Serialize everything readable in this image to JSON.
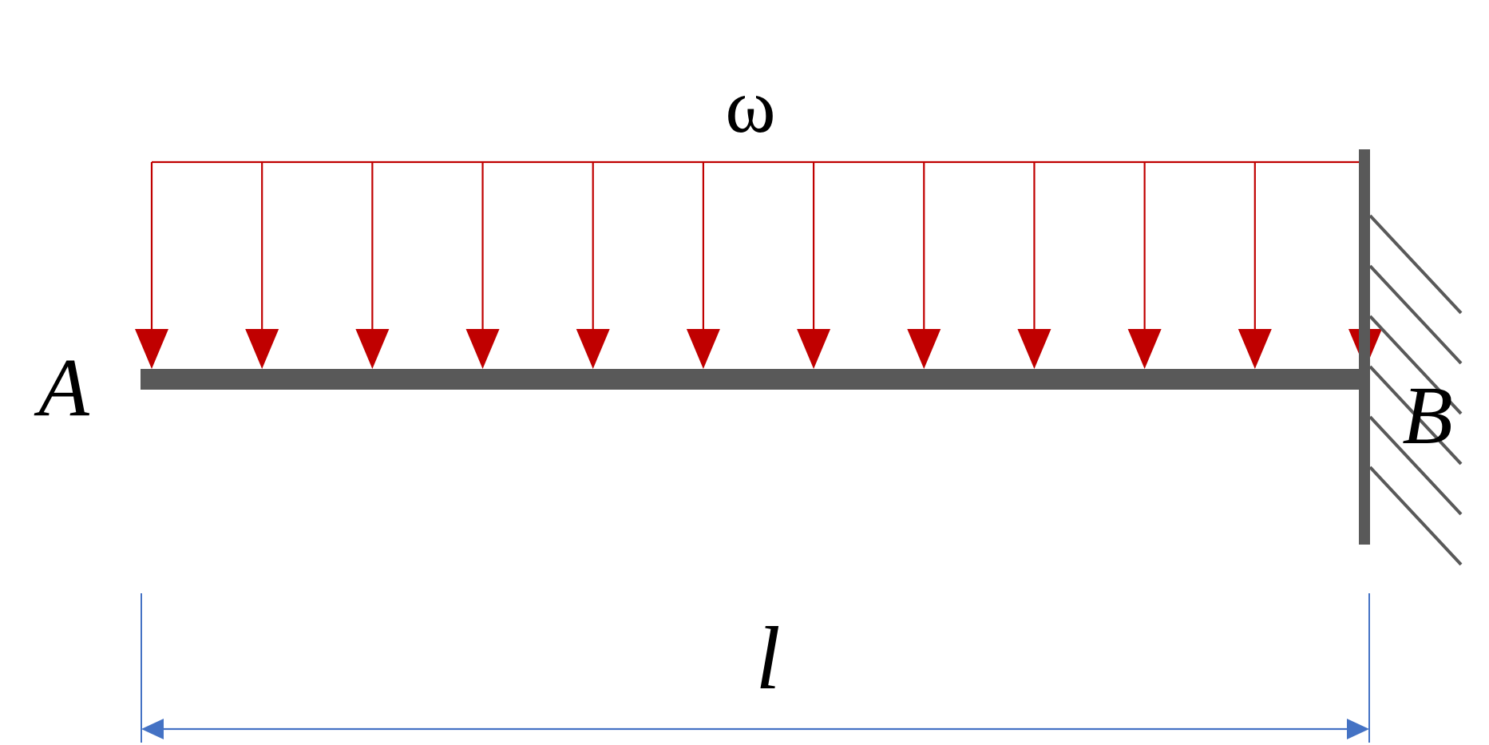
{
  "labels": {
    "load": "ω",
    "end_a": "A",
    "end_b": "B",
    "length": "l"
  },
  "load": {
    "arrow_count": 12
  },
  "colors": {
    "load": "#c00000",
    "beam": "#595959",
    "wall": "#595959",
    "hatch": "#595959",
    "dimension": "#4472c4",
    "text": "#000000"
  }
}
